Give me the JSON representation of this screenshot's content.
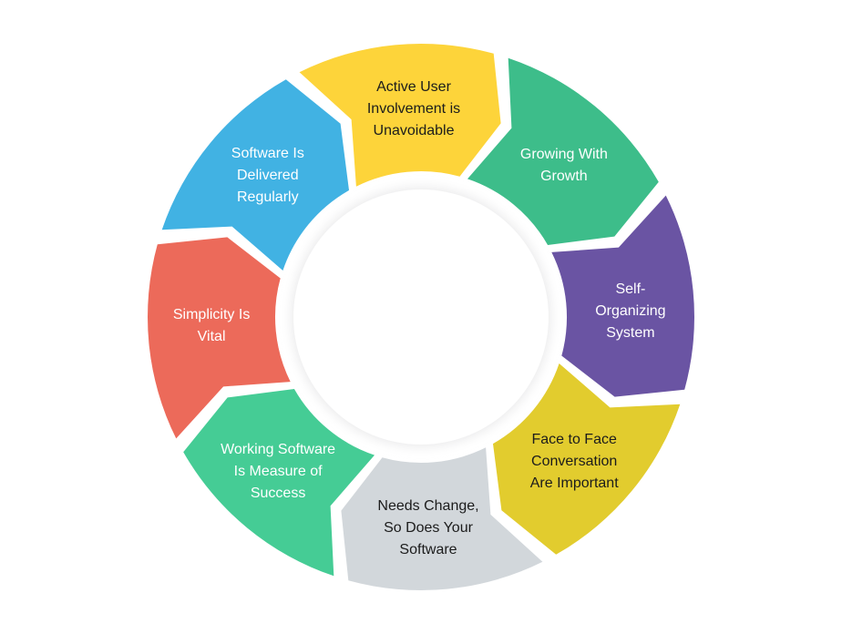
{
  "diagram": {
    "segments": [
      {
        "id": "active-user-involvement",
        "lines": [
          "Active User",
          "Involvement is",
          "Unavoidable"
        ],
        "color": "#FDD43A",
        "text_color": "#1c1c1c"
      },
      {
        "id": "growing-with-growth",
        "lines": [
          "Growing With",
          "Growth"
        ],
        "color": "#3DBD8A",
        "text_color": "#ffffff"
      },
      {
        "id": "self-organizing-system",
        "lines": [
          "Self-",
          "Organizing",
          "System"
        ],
        "color": "#6A54A3",
        "text_color": "#ffffff"
      },
      {
        "id": "face-to-face-conversation",
        "lines": [
          "Face to Face",
          "Conversation",
          "Are Important"
        ],
        "color": "#E2CC2E",
        "text_color": "#1c1c1c"
      },
      {
        "id": "needs-change",
        "lines": [
          "Needs Change,",
          "So Does Your",
          "Software"
        ],
        "color": "#D2D7DB",
        "text_color": "#1c1c1c"
      },
      {
        "id": "working-software",
        "lines": [
          "Working Software",
          "Is Measure of",
          "Success"
        ],
        "color": "#45CC95",
        "text_color": "#ffffff"
      },
      {
        "id": "simplicity-is-vital",
        "lines": [
          "Simplicity Is",
          "Vital"
        ],
        "color": "#EC6A5A",
        "text_color": "#ffffff"
      },
      {
        "id": "software-delivered-regularly",
        "lines": [
          "Software Is",
          "Delivered",
          "Regularly"
        ],
        "color": "#41B2E3",
        "text_color": "#ffffff"
      }
    ]
  }
}
